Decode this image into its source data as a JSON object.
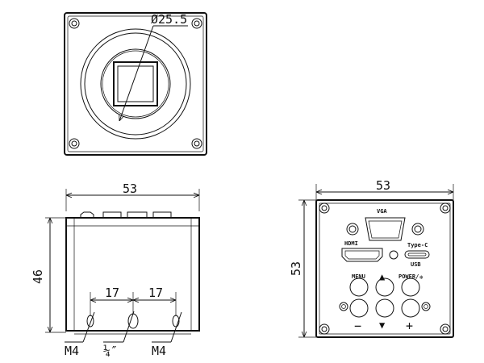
{
  "front_view": {
    "diameter_label": "Ø25.5"
  },
  "side_view": {
    "width_label": "53",
    "height_label": "46",
    "spacing_left": "17",
    "spacing_right": "17",
    "thread_left": "M4",
    "thread_center": "¼″",
    "thread_right": "M4"
  },
  "back_view": {
    "width_label": "53",
    "height_label": "53",
    "port_vga": "VGA",
    "port_hdmi": "HDMI",
    "port_typec": "Type-C",
    "port_usb": "USB",
    "btn_menu": "MENU",
    "btn_power": "POWER/",
    "btn_up": "▲",
    "btn_down": "▼",
    "btn_minus": "−",
    "btn_plus": "+",
    "power_symbol": "❄"
  }
}
